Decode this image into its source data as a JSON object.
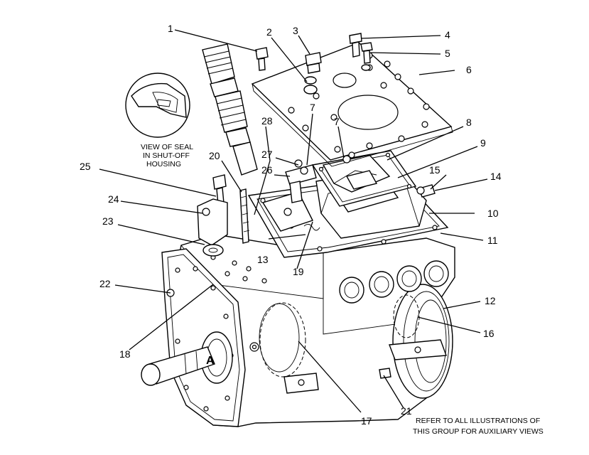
{
  "callouts": [
    {
      "id": "c1",
      "label": "1"
    },
    {
      "id": "c2",
      "label": "2"
    },
    {
      "id": "c3",
      "label": "3"
    },
    {
      "id": "c4",
      "label": "4"
    },
    {
      "id": "c5",
      "label": "5"
    },
    {
      "id": "c6",
      "label": "6"
    },
    {
      "id": "c7a",
      "label": "7"
    },
    {
      "id": "c7b",
      "label": "7"
    },
    {
      "id": "c8",
      "label": "8"
    },
    {
      "id": "c9",
      "label": "9"
    },
    {
      "id": "c10",
      "label": "10"
    },
    {
      "id": "c11",
      "label": "11"
    },
    {
      "id": "c12",
      "label": "12"
    },
    {
      "id": "c13",
      "label": "13"
    },
    {
      "id": "c14",
      "label": "14"
    },
    {
      "id": "c15",
      "label": "15"
    },
    {
      "id": "c16",
      "label": "16"
    },
    {
      "id": "c17",
      "label": "17"
    },
    {
      "id": "c18",
      "label": "18"
    },
    {
      "id": "c19",
      "label": "19"
    },
    {
      "id": "c20",
      "label": "20"
    },
    {
      "id": "c21",
      "label": "21"
    },
    {
      "id": "c22",
      "label": "22"
    },
    {
      "id": "c23",
      "label": "23"
    },
    {
      "id": "c24",
      "label": "24"
    },
    {
      "id": "c25",
      "label": "25"
    },
    {
      "id": "c26",
      "label": "26"
    },
    {
      "id": "c27",
      "label": "27"
    },
    {
      "id": "c28",
      "label": "28"
    }
  ],
  "seal_view": {
    "caption_lines": [
      "VIEW OF SEAL",
      "IN SHUT-OFF",
      "HOUSING"
    ]
  },
  "housing_marker": "A",
  "footer_note": {
    "lines": [
      "REFER TO ALL ILLUSTRATIONS OF",
      "THIS GROUP FOR AUXILIARY VIEWS"
    ]
  }
}
